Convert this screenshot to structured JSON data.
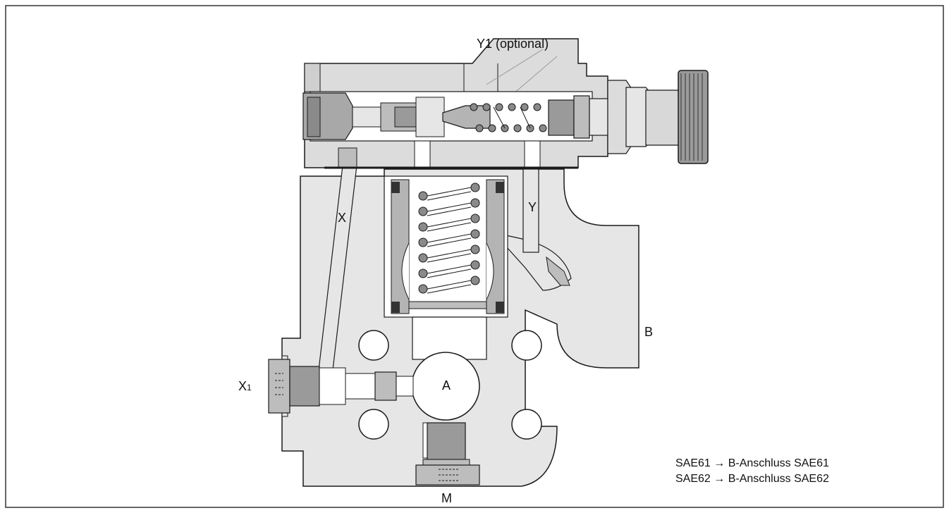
{
  "labels": {
    "y1": "Y1 (optional)",
    "x": "X",
    "y": "Y",
    "b": "B",
    "a": "A",
    "x1_main": "X",
    "x1_sub": "1",
    "m": "M"
  },
  "notes": [
    "SAE61 → B-Anschluss SAE61",
    "SAE62 → B-Anschluss SAE62"
  ],
  "colors": {
    "body_fill": "#e8e8e8",
    "part_fill": "#b4b4b4",
    "dark_fill": "#8a8a8a",
    "stroke": "#1a1a1a",
    "frame": "#333333"
  }
}
